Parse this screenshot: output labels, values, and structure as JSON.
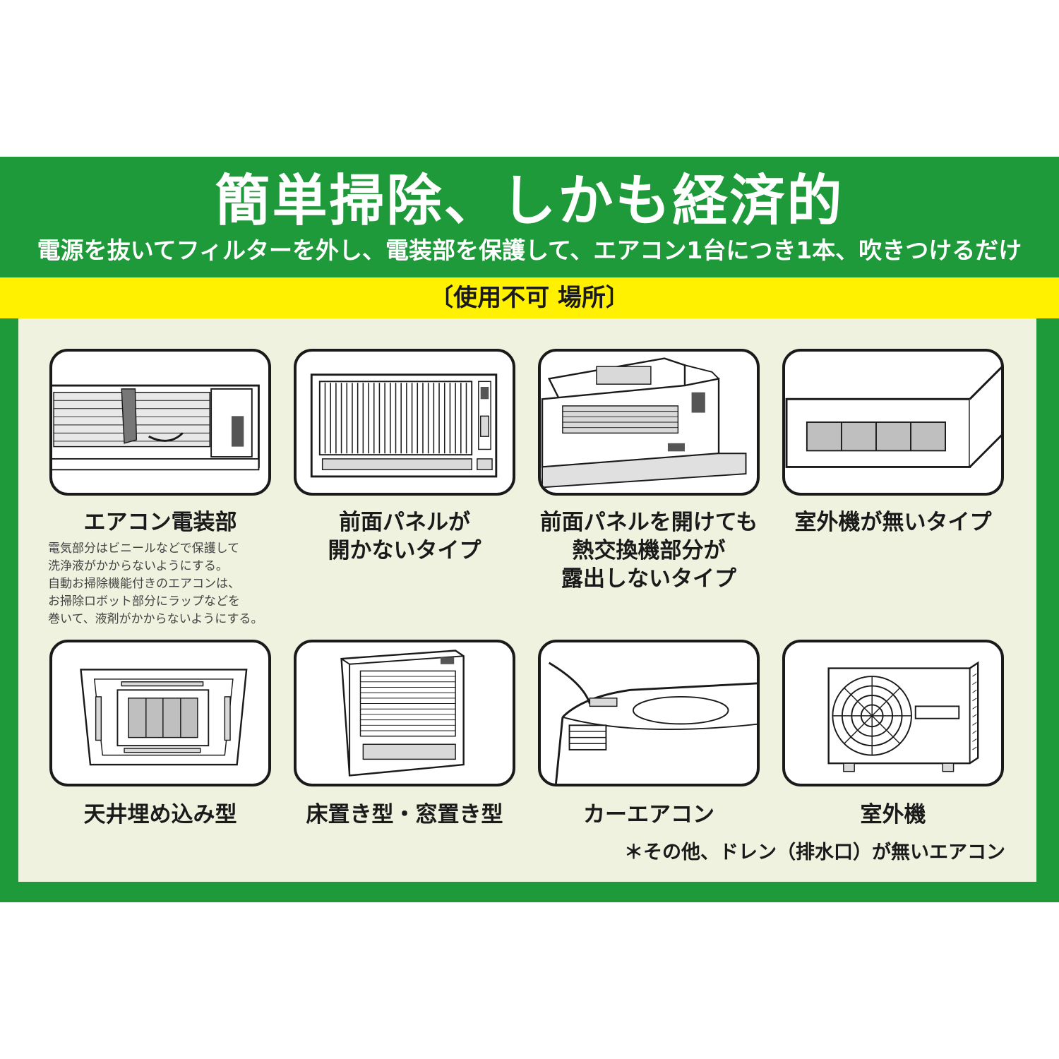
{
  "headline": "簡単掃除、しかも経済的",
  "subheadline": "電源を抜いてフィルターを外し、電装部を保護して、エアコン1台につき1本、吹きつけるだけ",
  "section_title": "〔使用不可 場所〕",
  "items": [
    {
      "label": "エアコン電装部",
      "icon": "aircon-electrical-icon"
    },
    {
      "label": "前面パネルが\n開かないタイプ",
      "icon": "fixed-panel-aircon-icon"
    },
    {
      "label": "前面パネルを開けても\n熱交換機部分が\n露出しないタイプ",
      "icon": "open-panel-aircon-icon"
    },
    {
      "label": "室外機が無いタイプ",
      "icon": "window-unit-icon"
    },
    {
      "label": "天井埋め込み型",
      "icon": "ceiling-cassette-icon"
    },
    {
      "label": "床置き型・窓置き型",
      "icon": "floor-standing-unit-icon"
    },
    {
      "label": "カーエアコン",
      "icon": "car-aircon-icon"
    },
    {
      "label": "室外機",
      "icon": "outdoor-unit-icon"
    }
  ],
  "note": "電気部分はビニールなどで保護して\n洗浄液がかからないようにする。\n自動お掃除機能付きのエアコンは、\nお掃除ロボット部分にラップなどを\n巻いて、液剤がかからないようにする。",
  "footnote": "＊その他、ドレン（排水口）が無いエアコン",
  "colors": {
    "brand_green": "#1f9a3a",
    "accent_yellow": "#fff100",
    "content_bg": "#eef2de"
  }
}
